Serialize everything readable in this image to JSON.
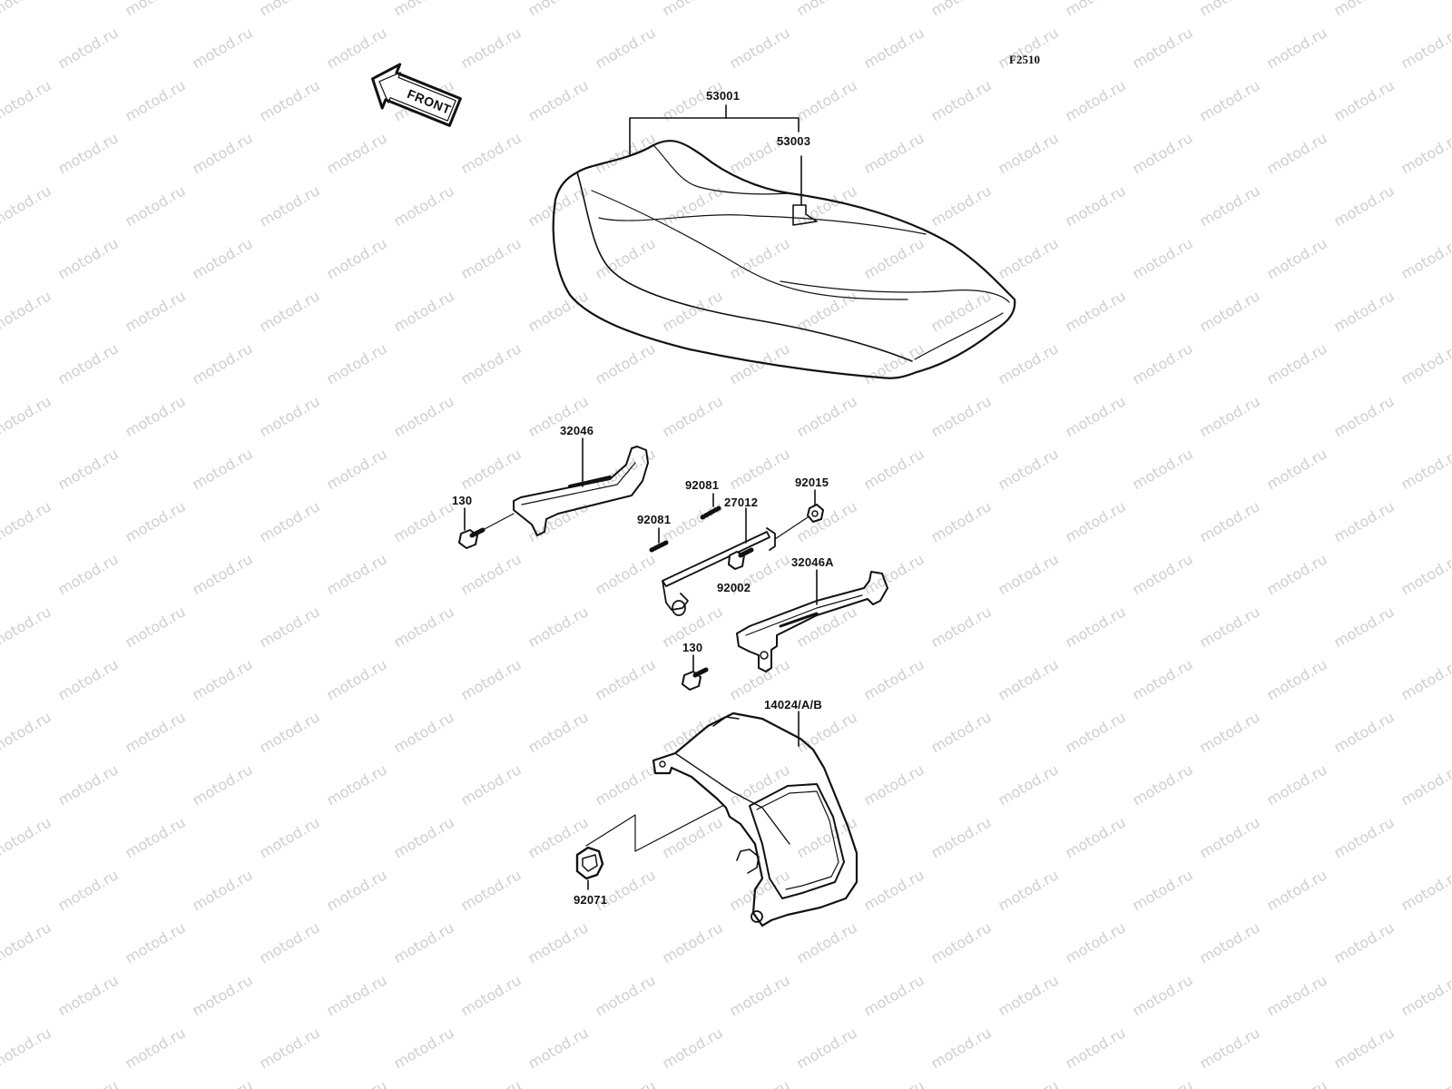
{
  "figure_code": "F2510",
  "front_label": "FRONT",
  "watermark_text": "motod.ru",
  "colors": {
    "line": "#111111",
    "watermark": "#cfcfcf",
    "background": "#ffffff"
  },
  "parts": [
    {
      "id": "53001",
      "label": "53001"
    },
    {
      "id": "53003",
      "label": "53003"
    },
    {
      "id": "32046",
      "label": "32046"
    },
    {
      "id": "130_a",
      "label": "130"
    },
    {
      "id": "92081_a",
      "label": "92081"
    },
    {
      "id": "92081_b",
      "label": "92081"
    },
    {
      "id": "27012",
      "label": "27012"
    },
    {
      "id": "92015",
      "label": "92015"
    },
    {
      "id": "92002",
      "label": "92002"
    },
    {
      "id": "32046A",
      "label": "32046A"
    },
    {
      "id": "130_b",
      "label": "130"
    },
    {
      "id": "14024",
      "label": "14024/A/B"
    },
    {
      "id": "92071",
      "label": "92071"
    }
  ]
}
